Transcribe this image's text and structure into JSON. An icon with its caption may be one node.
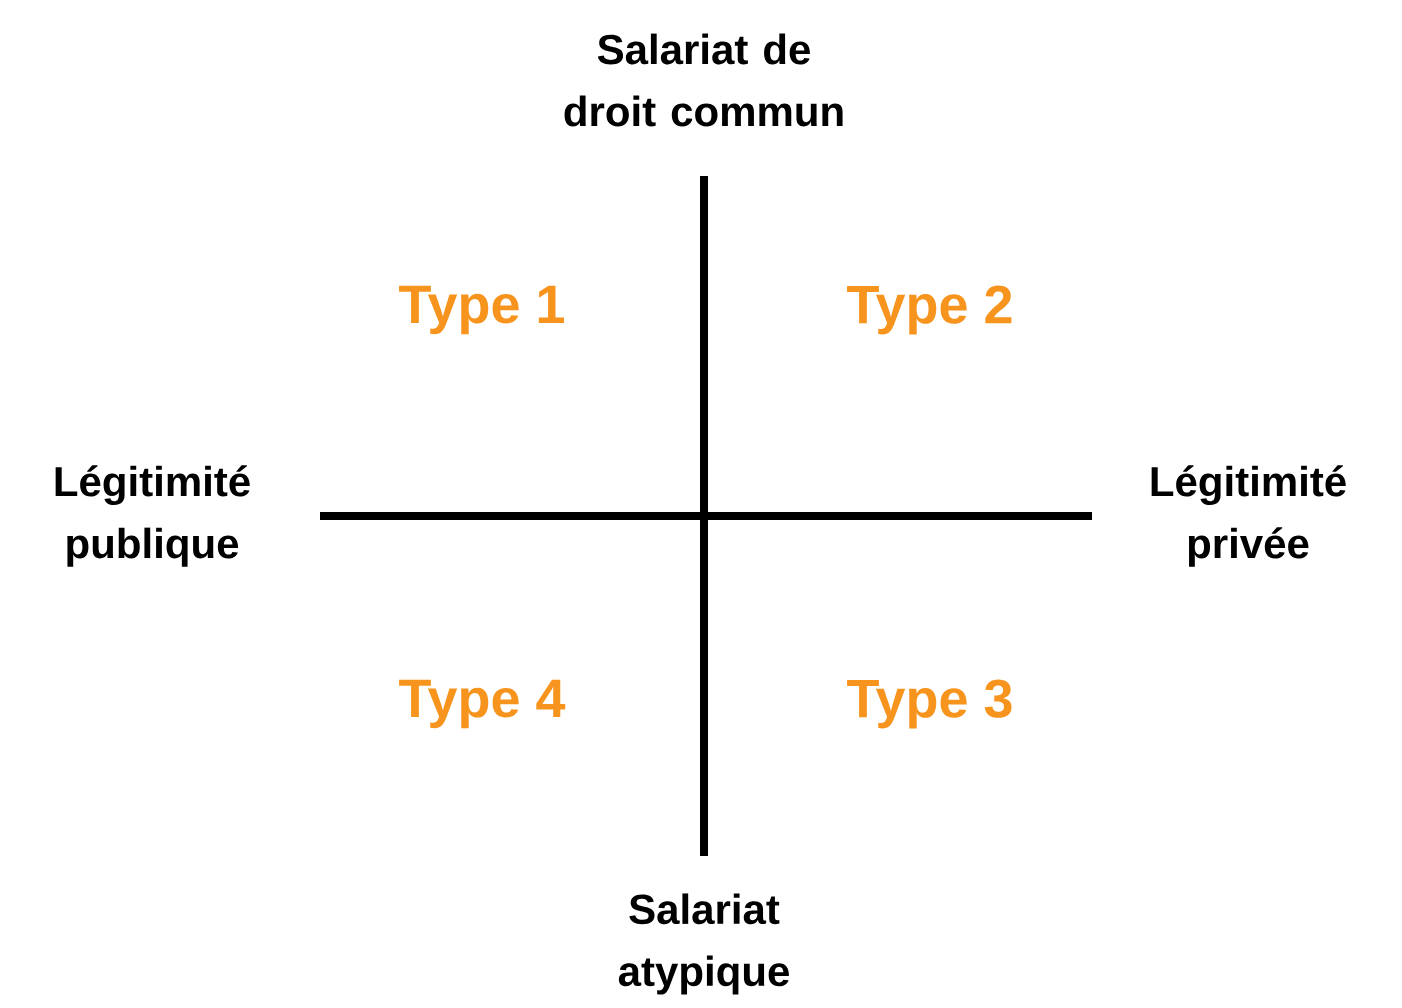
{
  "diagram": {
    "labels": [
      "Salariat de droit commun",
      "Type 1",
      "Type 2",
      "Légitimité publique",
      "Légitimité privée",
      "Type 4",
      "Type 3",
      "Salariat atypique"
    ]
  }
}
